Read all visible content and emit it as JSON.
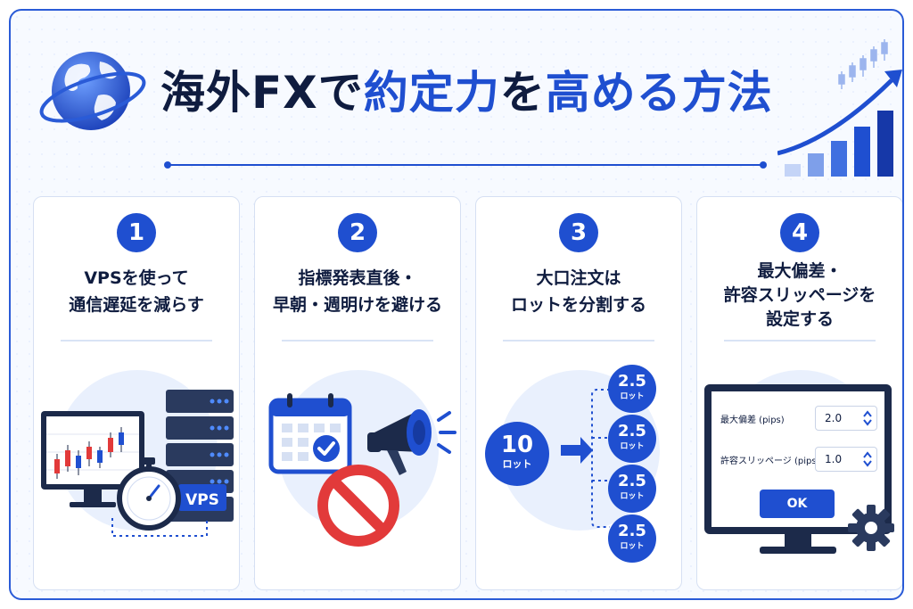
{
  "header": {
    "title_part1": "海外FXで",
    "title_part2": "約定力",
    "title_part3": "を",
    "title_part4": "高める方法"
  },
  "colors": {
    "accent": "#1f4fd0",
    "navy": "#0f1c3f",
    "red": "#e23a3a",
    "card_border": "#d6e0f3"
  },
  "steps": [
    {
      "number": "1",
      "title": "VPSを使って\n通信遅延を減らす",
      "icons": [
        "monitor-chart-icon",
        "stopwatch-icon",
        "server-icon"
      ],
      "vps_label": "VPS"
    },
    {
      "number": "2",
      "title": "指標発表直後・\n早朝・週明けを避ける",
      "icons": [
        "calendar-check-icon",
        "megaphone-icon",
        "prohibited-icon"
      ]
    },
    {
      "number": "3",
      "title": "大口注文は\nロットを分割する",
      "big_lot": {
        "value": "10",
        "unit": "ロット"
      },
      "small_lots": [
        {
          "value": "2.5",
          "unit": "ロット"
        },
        {
          "value": "2.5",
          "unit": "ロット"
        },
        {
          "value": "2.5",
          "unit": "ロット"
        },
        {
          "value": "2.5",
          "unit": "ロット"
        }
      ]
    },
    {
      "number": "4",
      "title": "最大偏差・\n許容スリッページを\n設定する",
      "dialog": {
        "field1_label": "最大偏差 (pips)",
        "field1_value": "2.0",
        "field2_label": "許容スリッページ (pips)",
        "field2_value": "1.0",
        "ok_label": "OK"
      },
      "icons": [
        "monitor-icon",
        "gear-icon"
      ]
    }
  ]
}
